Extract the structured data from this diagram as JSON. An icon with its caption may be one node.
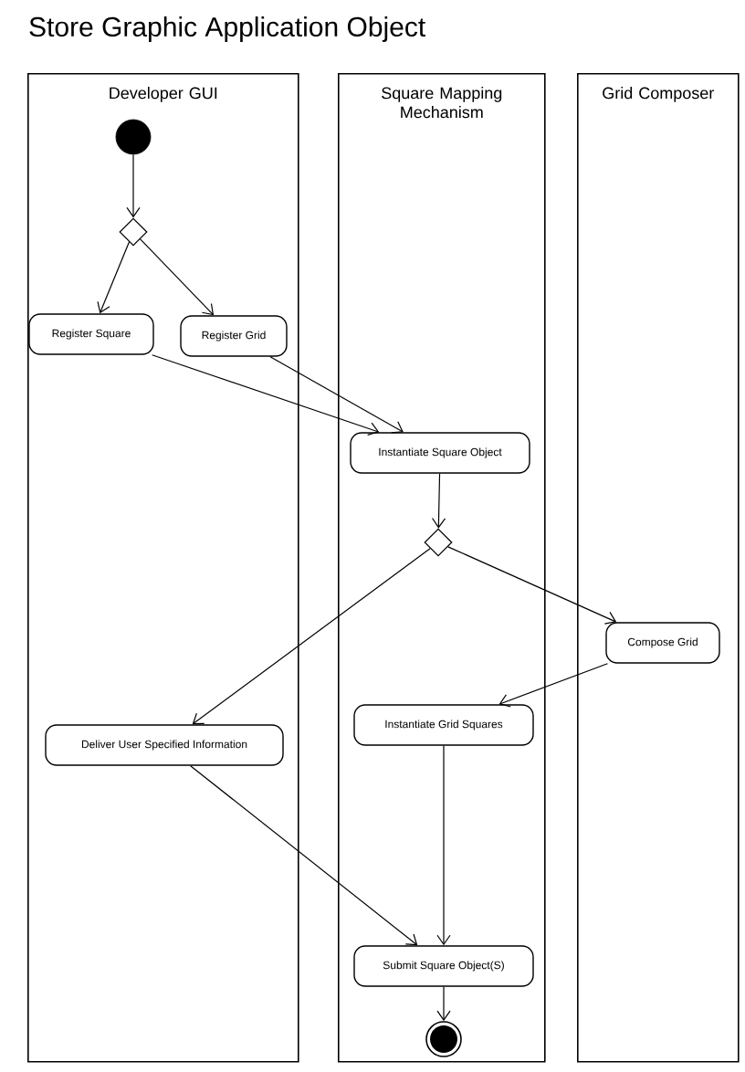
{
  "diagram": {
    "title": "Store Graphic Application Object",
    "nodes": [
      {
        "text": [
          "Developer GUI"
        ]
      },
      {
        "text": [
          "Square Mapping Mechanism"
        ]
      },
      {
        "text": [
          "Grid Composer"
        ]
      },
      {
        "text": [],
        "shape": "circle",
        "in": 0
      },
      {
        "text": [],
        "shape": "diamond",
        "in": 0
      },
      {
        "text": [
          "Register Square"
        ],
        "in": 0
      },
      {
        "text": [
          "Register Grid"
        ],
        "in": 0
      },
      {
        "text": [
          "Instantiate Square Object"
        ],
        "in": 1
      },
      {
        "text": [],
        "shape": "diamond",
        "in": 1
      },
      {
        "text": [
          "Compose Grid"
        ],
        "in": 2
      },
      {
        "text": [
          "Deliver User Specified Information"
        ],
        "in": 0
      },
      {
        "text": [
          "Instantiate Grid Squares"
        ],
        "in": 1
      },
      {
        "text": [
          "Submit Square Object(S)"
        ],
        "in": 1
      },
      {
        "text": [],
        "shape": "bullseye",
        "in": 1
      }
    ],
    "edges": [
      {
        "from": 3,
        "to": 4,
        "arrow": "to"
      },
      {
        "from": 4,
        "to": 5,
        "arrow": "to"
      },
      {
        "from": 4,
        "to": 6,
        "arrow": "to"
      },
      {
        "from": 5,
        "to": 7,
        "arrow": "to"
      },
      {
        "from": 6,
        "to": 7,
        "arrow": "to"
      },
      {
        "from": 7,
        "to": 8,
        "arrow": "to"
      },
      {
        "from": 8,
        "to": 10,
        "arrow": "to"
      },
      {
        "from": 8,
        "to": 9,
        "arrow": "to"
      },
      {
        "from": 9,
        "to": 11,
        "arrow": "to"
      },
      {
        "from": 11,
        "to": 12,
        "arrow": "to"
      },
      {
        "from": 10,
        "to": 12,
        "arrow": "to"
      },
      {
        "from": 12,
        "to": 13,
        "arrow": "to"
      }
    ]
  }
}
